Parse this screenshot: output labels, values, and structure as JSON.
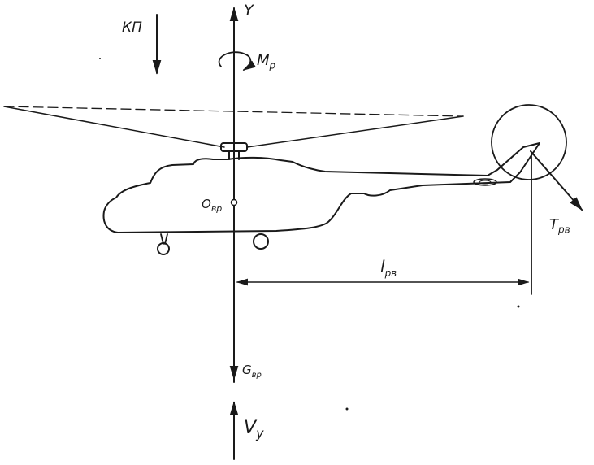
{
  "labels": {
    "y_axis": "Y",
    "kp": "КП",
    "rotor_moment": "M",
    "rotor_moment_sub": "р",
    "center": "O",
    "center_sub": "вр",
    "tail_thrust": "T",
    "tail_thrust_sub": "рв",
    "tail_arm": "l",
    "tail_arm_sub": "рв",
    "weight": "G",
    "weight_sub": "вр",
    "vertical_speed": "V",
    "vertical_speed_sub": "y"
  },
  "colors": {
    "ink": "#1a1a1a",
    "background": "#ffffff"
  }
}
